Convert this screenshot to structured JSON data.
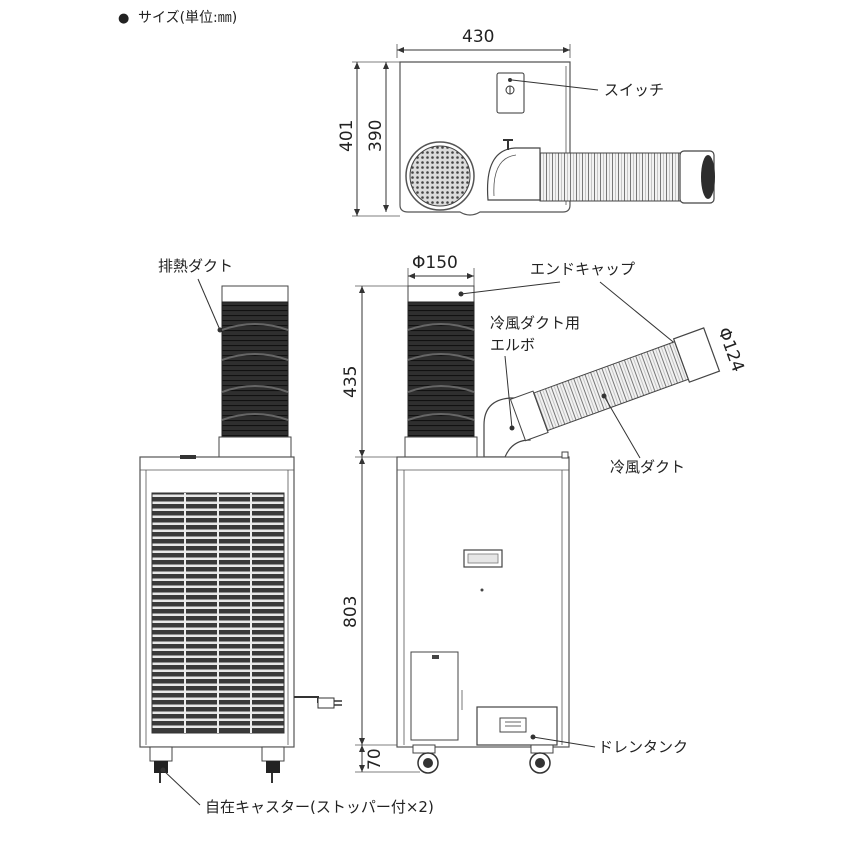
{
  "header": {
    "bullet": "●",
    "title": "サイズ(単位:㎜)"
  },
  "dimensions": {
    "top_width": "430",
    "top_depth_outer": "401",
    "top_depth_inner": "390",
    "duct_height": "435",
    "body_height": "803",
    "caster_height": "70",
    "duct_diameter_exhaust": "Φ150",
    "duct_diameter_cold": "Φ124"
  },
  "callouts": {
    "switch": "スイッチ",
    "exhaust_duct": "排熱ダクト",
    "end_cap": "エンドキャップ",
    "cold_elbow_line1": "冷風ダクト用",
    "cold_elbow_line2": "エルボ",
    "cold_duct": "冷風ダクト",
    "drain_tank": "ドレンタンク",
    "casters": "自在キャスター(ストッパー付×2)"
  },
  "colors": {
    "line": "#333333",
    "duct_dark": "#2a2a2a",
    "grille": "#3a3a3a",
    "panel": "#ffffff"
  }
}
